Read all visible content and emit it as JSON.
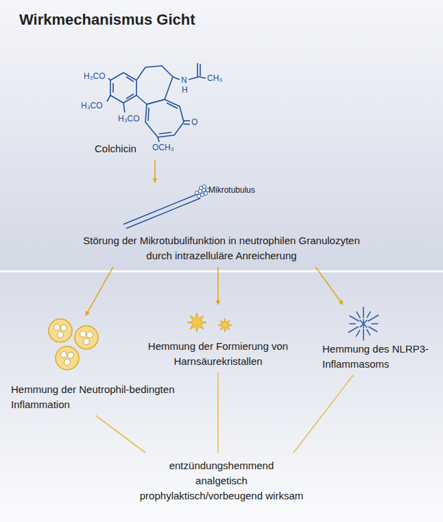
{
  "diagram": {
    "title": "Wirkmechanismus Gicht",
    "nodes": [
      {
        "text": [
          "Colchicin"
        ]
      },
      {
        "text": [
          "Mikrotubulus"
        ]
      },
      {
        "text": [
          "Störung der Mikrotubulifunktion in neutrophilen Granulozyten durch intrazelluläre Anreicherung"
        ]
      },
      {
        "text": [
          "Hemmung der Neutrophil-bedingten Inflammation"
        ]
      },
      {
        "text": [
          "Hemmung der Formierung von Harnsäurekristallen"
        ]
      },
      {
        "text": [
          "Hemmung des NLRP3-Inflammasoms"
        ]
      },
      {
        "text": [
          "entzündungshemmend",
          "analgetisch",
          "prophylaktisch/vorbeugend wirksam"
        ]
      }
    ],
    "edges": [
      {
        "from": 0,
        "to": 1,
        "arrow": "to"
      },
      {
        "from": 2,
        "to": 3,
        "arrow": "to"
      },
      {
        "from": 2,
        "to": 4,
        "arrow": "to"
      },
      {
        "from": 2,
        "to": 5,
        "arrow": "to"
      },
      {
        "from": 3,
        "to": 6,
        "arrow": "none"
      },
      {
        "from": 4,
        "to": 6,
        "arrow": "none"
      },
      {
        "from": 5,
        "to": 6,
        "arrow": "none"
      }
    ],
    "labels": [
      "H₃CO",
      "H₃CO",
      "H₃CO",
      "N",
      "H",
      "CH₃",
      "O",
      "OCH₃"
    ]
  }
}
